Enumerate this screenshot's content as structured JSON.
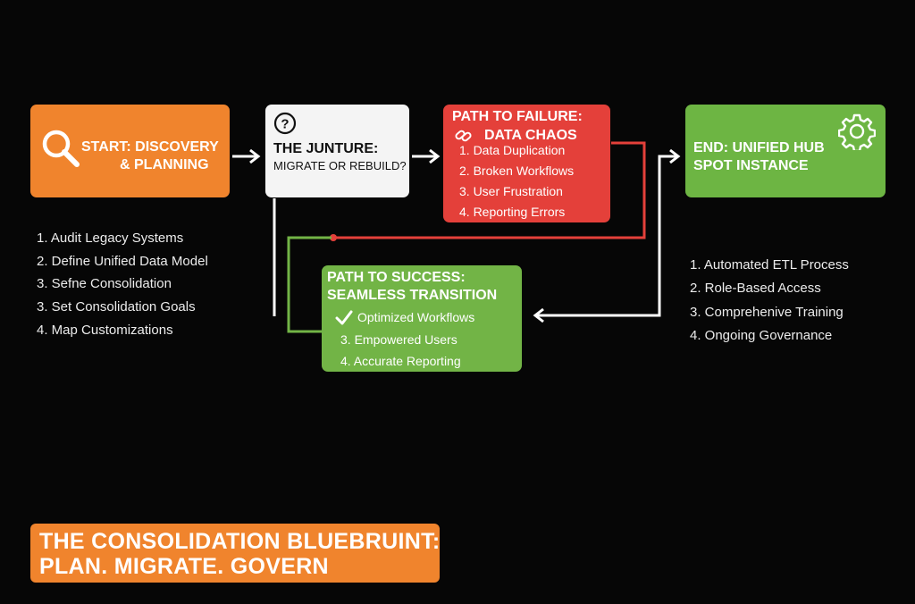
{
  "start": {
    "line1": "START: DISCOVERY",
    "line2": "& PLANNING",
    "icon": "search-icon",
    "color": "#f0842d"
  },
  "juncture": {
    "line1": "THE JUNTURE:",
    "line2": "MIGRATE OR REBUILD?",
    "icon": "question-icon",
    "color": "#f4f4f4"
  },
  "failure": {
    "head1": "PATH TO FAILURE:",
    "head2": "DATA CHAOS",
    "icon": "link-icon",
    "color": "#e4403a",
    "items": [
      "1. Data Duplication",
      "2. Broken Workflows",
      "3. User Frustration",
      "4. Reporting Errors"
    ]
  },
  "success": {
    "head1": "PATH TO SUCCESS:",
    "head2": "SEAMLESS TRANSITION",
    "icon": "checkmark-icon",
    "color": "#72b446",
    "items": [
      "Optimized Workflows",
      "3. Empowered Users",
      "4. Accurate Reporting"
    ]
  },
  "end": {
    "line1": "END: UNIFIED HUB",
    "line2": "SPOT INSTANCE",
    "icon": "gear-icon",
    "color": "#6db543"
  },
  "left_list": [
    "1. Audit Legacy Systems",
    "2. Define Unified Data Model",
    "3. Sefne Consolidation",
    "3. Set Consolidation Goals",
    "4. Map Customizations"
  ],
  "right_list": [
    "1. Automated ETL Process",
    "2. Role-Based Access",
    "3. Comprehenive Training",
    "4. Ongoing Governance"
  ],
  "title": {
    "line1": "THE CONSOLIDATION BLUEBRUINT:",
    "line2": "PLAN. MIGRATE. GOVERN",
    "color": "#f0842d"
  }
}
